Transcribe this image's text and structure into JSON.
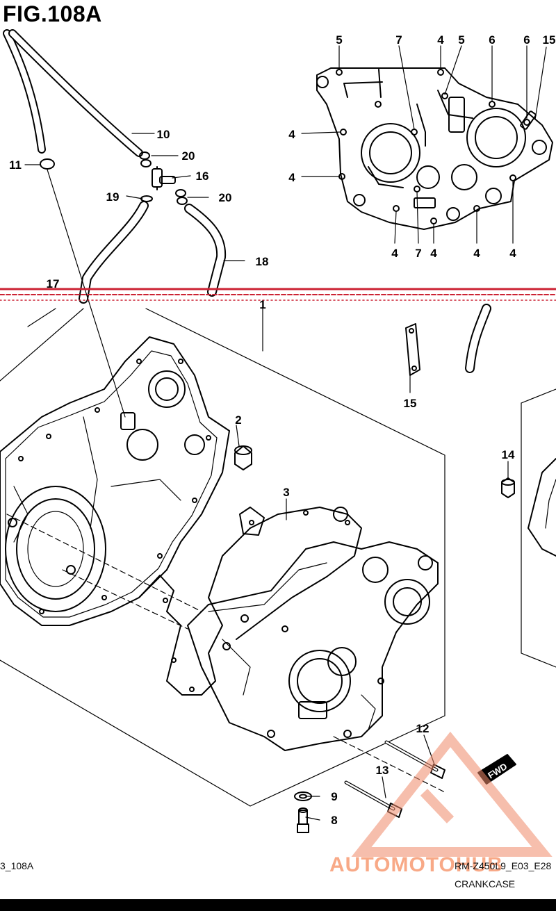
{
  "figure": {
    "title": "FIG.108A",
    "code_left": "3_108A",
    "model_code": "RM-Z450L9_E03_E28",
    "section_name": "CRANKCASE",
    "fwd_label": "FWD",
    "watermark": "AUTOMOTOHUB"
  },
  "callouts": {
    "c2": "2",
    "c3": "3",
    "c1": "1",
    "c4": "4",
    "c5": "5",
    "c6": "6",
    "c7": "7",
    "c8": "8",
    "c9": "9",
    "c10": "10",
    "c11": "11",
    "c12": "12",
    "c13": "13",
    "c14": "14",
    "c15": "15",
    "c16": "16",
    "c17": "17",
    "c18": "18",
    "c19": "19",
    "c20": "20"
  },
  "colors": {
    "line": "#000000",
    "separator": "#cc2233",
    "watermark": "#f08a6a"
  }
}
